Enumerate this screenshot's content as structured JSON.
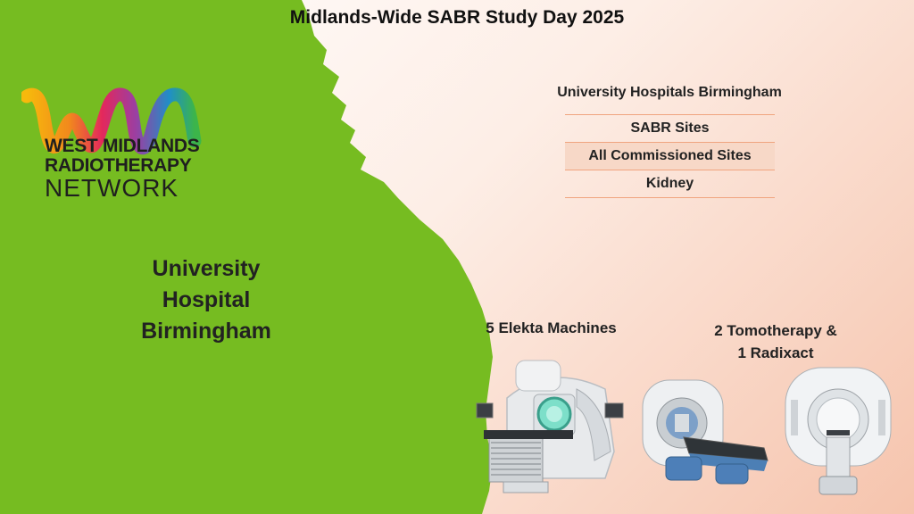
{
  "slide_title": "Midlands-Wide SABR Study Day 2025",
  "logo": {
    "line1": "WEST MIDLANDS",
    "line2": "RADIOTHERAPY",
    "line3": "NETWORK"
  },
  "left_title": {
    "line1": "University",
    "line2": "Hospital",
    "line3": "Birmingham"
  },
  "panel": {
    "header": "University Hospitals Birmingham",
    "items": [
      {
        "label": "SABR Sites"
      },
      {
        "label": "All Commissioned Sites"
      },
      {
        "label": "Kidney"
      }
    ]
  },
  "machines": {
    "elekta_label": "5 Elekta Machines",
    "tomo_label_line1": "2 Tomotherapy &",
    "tomo_label_line2": "1 Radixact"
  },
  "colors": {
    "green": "#76bc21",
    "accent_line": "#f0a47f",
    "active_row": "#f7d8c7"
  }
}
